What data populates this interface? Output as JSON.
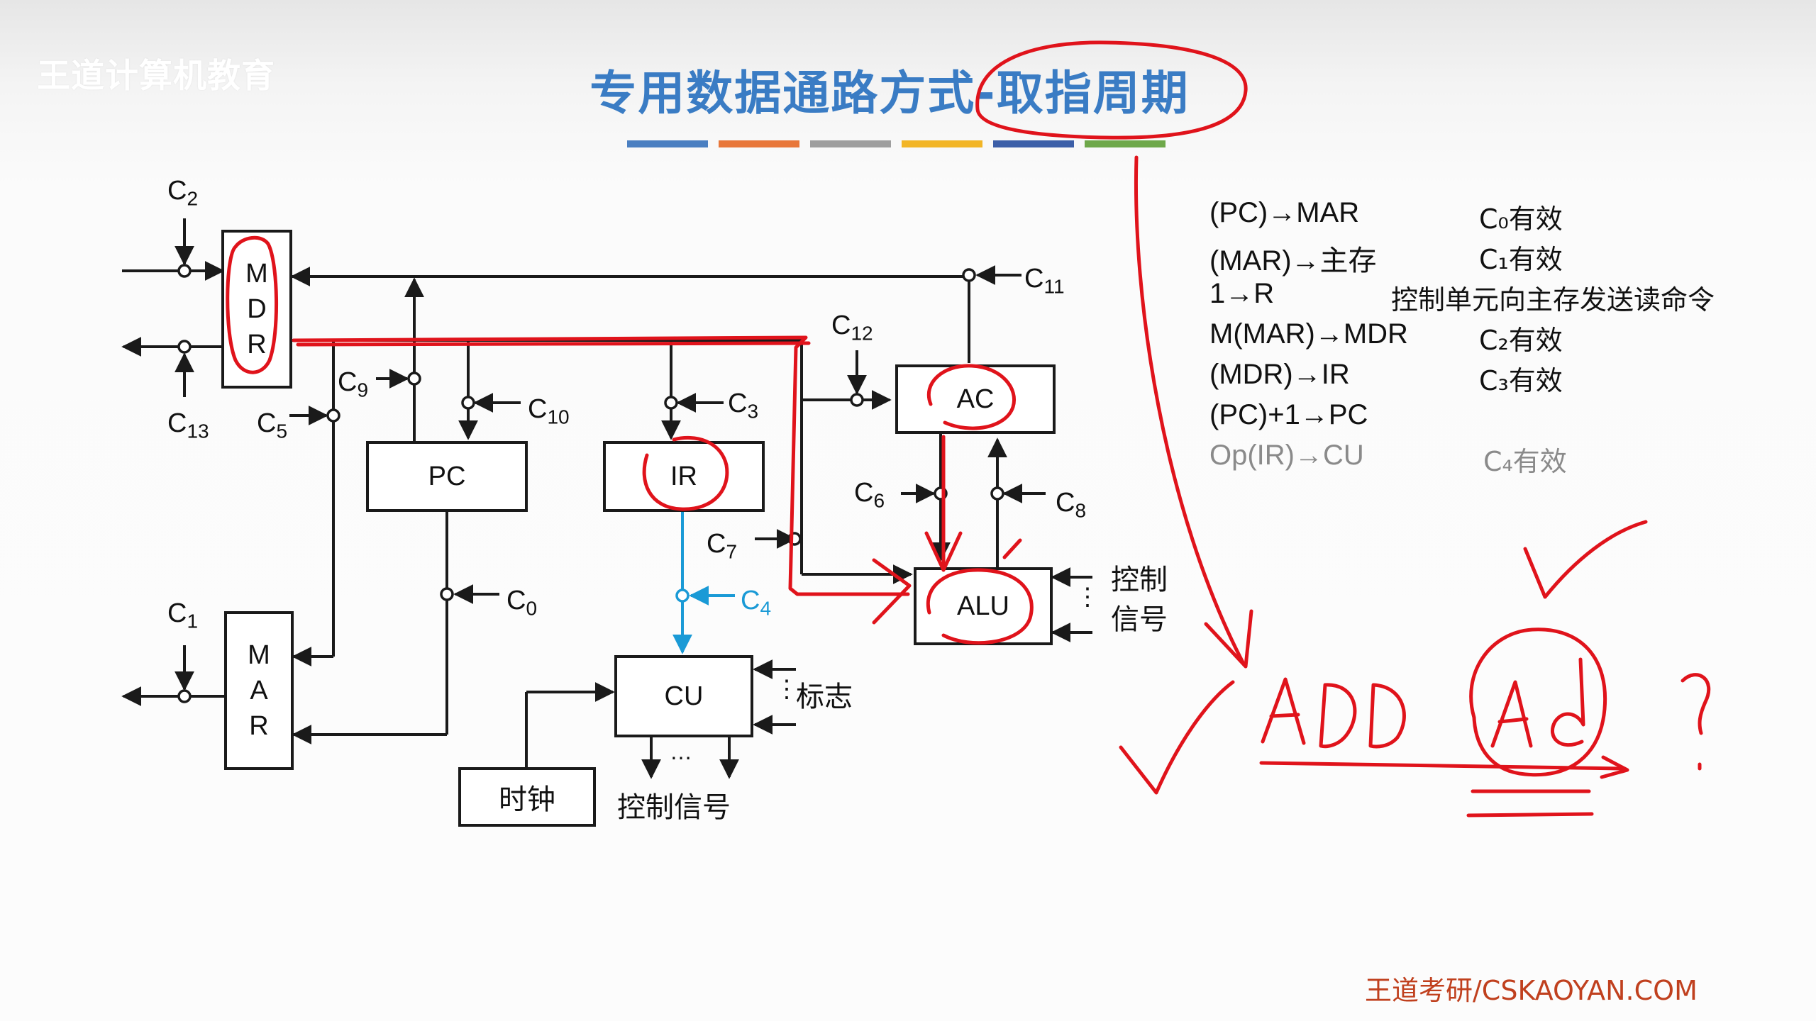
{
  "watermark": "王道计算机教育",
  "title": "专用数据通路方式-取指周期",
  "footer": "王道考研/CSKAOYAN.COM",
  "colors": {
    "title": "#3a7cc4",
    "bar": [
      "#4a7fc1",
      "#e8773a",
      "#9e9e9e",
      "#f2b526",
      "#3c5fa8",
      "#6ea84a"
    ],
    "ink": "#e0131b",
    "cyan": "#1a9ad6",
    "footer": "#c0401e"
  },
  "diagram": {
    "registers": {
      "mdr": [
        "M",
        "D",
        "R"
      ],
      "mar": [
        "M",
        "A",
        "R"
      ],
      "pc": "PC",
      "ir": "IR",
      "ac": "AC",
      "alu": "ALU",
      "cu": "CU",
      "clock": "时钟"
    },
    "signals": {
      "c0": {
        "base": "C",
        "sub": "0"
      },
      "c1": {
        "base": "C",
        "sub": "1"
      },
      "c2": {
        "base": "C",
        "sub": "2"
      },
      "c3": {
        "base": "C",
        "sub": "3"
      },
      "c4": {
        "base": "C",
        "sub": "4"
      },
      "c5": {
        "base": "C",
        "sub": "5"
      },
      "c6": {
        "base": "C",
        "sub": "6"
      },
      "c7": {
        "base": "C",
        "sub": "7"
      },
      "c8": {
        "base": "C",
        "sub": "8"
      },
      "c9": {
        "base": "C",
        "sub": "9"
      },
      "c10": {
        "base": "C",
        "sub": "10"
      },
      "c11": {
        "base": "C",
        "sub": "11"
      },
      "c12": {
        "base": "C",
        "sub": "12"
      },
      "c13": {
        "base": "C",
        "sub": "13"
      }
    },
    "alu_control_signal": "控制信号",
    "cu_flags": "标志",
    "cu_output": "控制信号",
    "ellipsis": "…",
    "vertical_dots": "⋮"
  },
  "operations": [
    {
      "left": "(PC)→MAR",
      "right": "C₀有效",
      "dim": false
    },
    {
      "left": "(MAR)→主存",
      "right": "C₁有效",
      "dim": false
    },
    {
      "left": "1→R",
      "right": "控制单元向主存发送读命令",
      "dim": false
    },
    {
      "left": "M(MAR)→MDR",
      "right": "C₂有效",
      "dim": false
    },
    {
      "left": "(MDR)→IR",
      "right": "C₃有效",
      "dim": false
    },
    {
      "left": "(PC)+1→PC",
      "right": "",
      "dim": false
    },
    {
      "left": "Op(IR)→CU",
      "right": "C₄有效",
      "dim": true
    }
  ]
}
